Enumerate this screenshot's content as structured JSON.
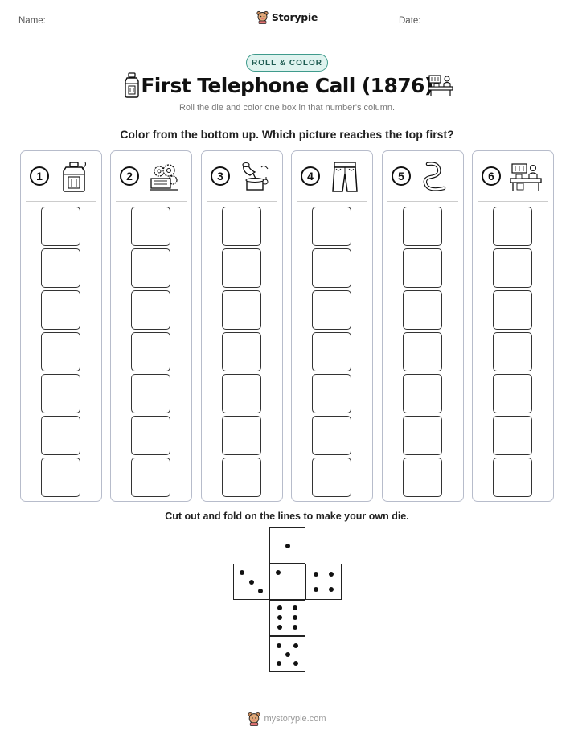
{
  "header": {
    "name_label": "Name:",
    "date_label": "Date:",
    "brand": "Storypie"
  },
  "badge": "ROLL & COLOR",
  "title": "First Telephone Call (1876)",
  "subtitle": "Roll the die and color one box in that number's column.",
  "instruction": "Color from the bottom up. Which picture reaches the top first?",
  "columns": [
    {
      "number": "1",
      "icon": "glass-bottle-icon"
    },
    {
      "number": "2",
      "icon": "gear-machine-icon"
    },
    {
      "number": "3",
      "icon": "gramophone-icon"
    },
    {
      "number": "4",
      "icon": "trousers-icon"
    },
    {
      "number": "5",
      "icon": "telephone-wire-icon"
    },
    {
      "number": "6",
      "icon": "inventor-workbench-icon"
    }
  ],
  "boxes_per_column": 7,
  "cut_instruction": "Cut out and fold on the lines to make your own die.",
  "die_faces": [
    1,
    3,
    4,
    6,
    5
  ],
  "footer": "mystorypie.com",
  "colors": {
    "badge_border": "#3f9b8c",
    "badge_fill": "#dff3ef",
    "column_border": "#b7bccb"
  }
}
